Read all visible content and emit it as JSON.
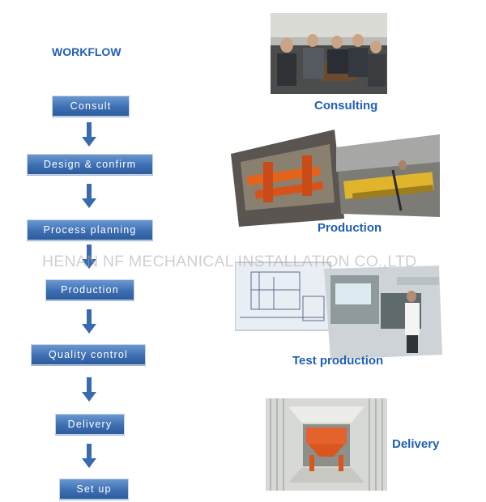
{
  "header": {
    "title": "WORKFLOW"
  },
  "steps": [
    {
      "label": "Consult"
    },
    {
      "label": "Design & confirm"
    },
    {
      "label": "Process planning"
    },
    {
      "label": "Production"
    },
    {
      "label": "Quality control"
    },
    {
      "label": "Delivery"
    },
    {
      "label": "Set up"
    }
  ],
  "photos": [
    {
      "caption": "Consulting",
      "icon": "meeting-photo"
    },
    {
      "caption": "Production",
      "icon": "machinery-photo"
    },
    {
      "caption": "Test production",
      "icon": "drawing-and-lathe-photo"
    },
    {
      "caption": "Delivery",
      "icon": "container-photo"
    }
  ],
  "watermark": "HENAN NF MECHANICAL INSTALLATION  CO.,LTD",
  "colors": {
    "accent": "#1f5fb4",
    "step_fill": "#3d6fb3",
    "arrow": "#3a6aae"
  }
}
